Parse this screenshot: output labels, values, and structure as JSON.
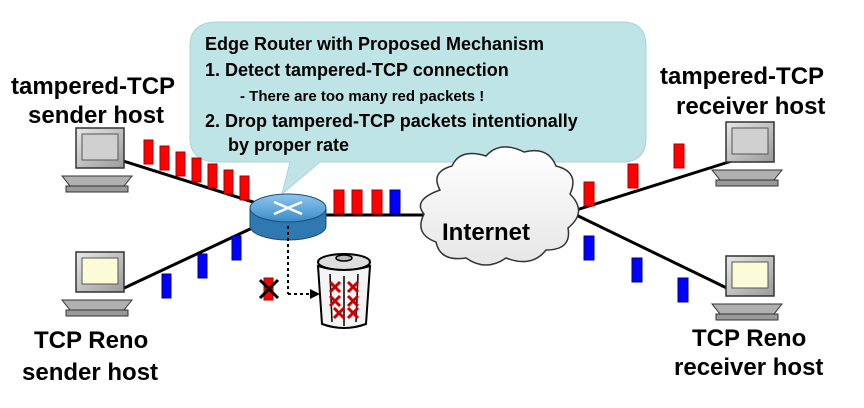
{
  "callout": {
    "title": "Edge Router with Proposed Mechanism",
    "line1": "1. Detect tampered-TCP connection",
    "line1_sub": "- There are too many red packets !",
    "line2a": "2. Drop tampered-TCP packets intentionally",
    "line2b": "by proper rate"
  },
  "hosts": {
    "sender_tampered": [
      "tampered-TCP",
      "sender host"
    ],
    "receiver_tampered": [
      "tampered-TCP",
      "receiver host"
    ],
    "sender_reno": [
      "TCP Reno",
      "sender host"
    ],
    "receiver_reno": [
      "TCP Reno",
      "receiver host"
    ]
  },
  "cloud": {
    "label": "Internet"
  },
  "colors": {
    "tampered_packet": "#ff0000",
    "reno_packet": "#0000ff",
    "callout_fill": "#bfe4e6",
    "router": "#3b8cc9",
    "drop_mark": "#cc0000"
  },
  "icons": [
    "computer-icon",
    "router-icon",
    "cloud-icon",
    "trash-can-icon",
    "drop-x-icon"
  ]
}
